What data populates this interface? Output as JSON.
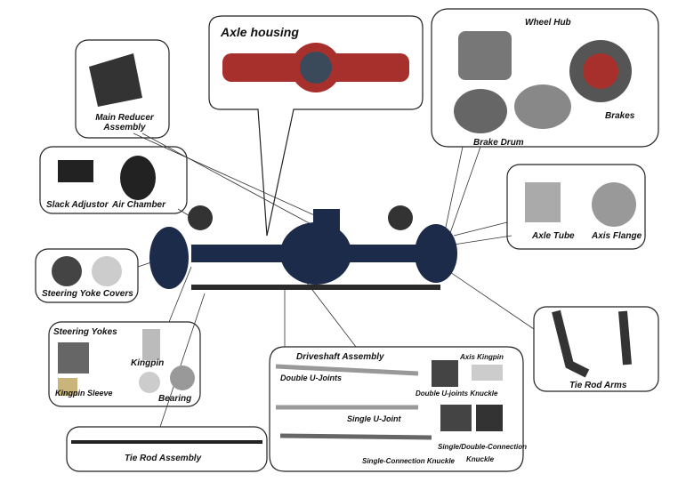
{
  "labels": {
    "axle_housing": "Axle housing",
    "main_reducer_1": "Main Reducer",
    "main_reducer_2": "Assembly",
    "wheel_hub": "Wheel Hub",
    "brakes": "Brakes",
    "brake_drum": "Brake Drum",
    "slack_adjustor": "Slack Adjustor",
    "air_chamber": "Air Chamber",
    "axle_tube": "Axle Tube",
    "axis_flange": "Axis Flange",
    "steering_yoke_covers": "Steering Yoke Covers",
    "steering_yokes": "Steering Yokes",
    "kingpin": "Kingpin",
    "kingpin_sleeve": "Kingpin Sleeve",
    "bearing": "Bearing",
    "driveshaft_assembly": "Driveshaft Assembly",
    "double_u_joints": "Double U-Joints",
    "axis_kingpin": "Axis Kingpin",
    "double_u_joints_knuckle": "Double U-joints Knuckle",
    "single_u_joint": "Single U-Joint",
    "single_double_connection_knuckle_1": "Single/Double-Connection",
    "single_double_connection_knuckle_2": "Knuckle",
    "single_connection_knuckle": "Single-Connection Knuckle",
    "tie_rod_arms": "Tie Rod Arms",
    "tie_rod_assembly": "Tie Rod Assembly"
  },
  "colors": {
    "axle_body": "#1c2b4a",
    "housing_red": "#a8302c",
    "metal": "#9aa0a6",
    "outline": "#222222"
  }
}
